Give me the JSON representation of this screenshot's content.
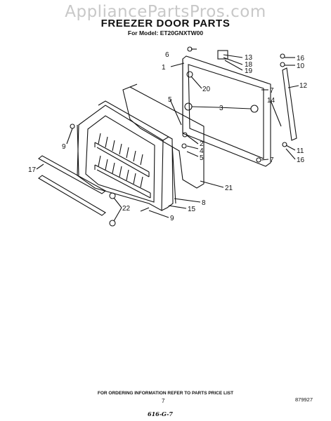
{
  "watermark": "AppliancePartsPros.com",
  "title": "FREEZER DOOR PARTS",
  "model_line": "For Model: ET20GNXTW00",
  "footer": "FOR ORDERING INFORMATION REFER TO PARTS PRICE LIST",
  "page_number": "7",
  "diagram_code": "879927",
  "handwritten_note": "616-G-7",
  "callouts": [
    "6",
    "1",
    "13",
    "18",
    "19",
    "16",
    "10",
    "12",
    "20",
    "7",
    "3",
    "14",
    "5",
    "2",
    "4",
    "5",
    "9",
    "11",
    "16",
    "7",
    "17",
    "21",
    "8",
    "22",
    "15",
    "9"
  ]
}
